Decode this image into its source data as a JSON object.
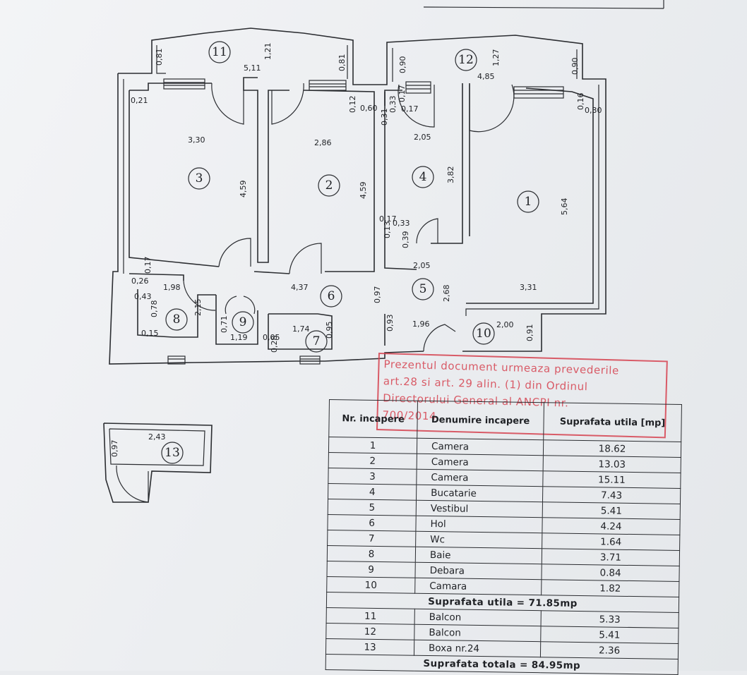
{
  "rooms": [
    {
      "id": "1"
    },
    {
      "id": "2"
    },
    {
      "id": "3"
    },
    {
      "id": "4"
    },
    {
      "id": "5"
    },
    {
      "id": "6"
    },
    {
      "id": "7"
    },
    {
      "id": "8"
    },
    {
      "id": "9"
    },
    {
      "id": "10"
    },
    {
      "id": "11"
    },
    {
      "id": "12"
    },
    {
      "id": "13"
    }
  ],
  "dimensions": [
    "0,81",
    "1,21",
    "5,11",
    "0,81",
    "0,90",
    "1,27",
    "4,85",
    "0,90",
    "0,21",
    "0,12",
    "0,60",
    "0,33",
    "0,17",
    "0,17",
    "0,16",
    "0,30",
    "0,31",
    "3,30",
    "2,86",
    "2,05",
    "3,82",
    "4,59",
    "4,59",
    "5,64",
    "0,17",
    "0,33",
    "0,13",
    "0,39",
    "2,05",
    "3,31",
    "0,17",
    "0,26",
    "0,43",
    "1,98",
    "4,37",
    "0,97",
    "2,68",
    "0,78",
    "2,15",
    "0,71",
    "1,19",
    "1,74",
    "0,05",
    "0,28",
    "0,95",
    "0,93",
    "1,96",
    "2,00",
    "0,91",
    "0,15",
    "2,43",
    "0,97"
  ],
  "stamp": {
    "lines": [
      "Prezentul document urmeaza prevederile",
      "art.28 si art. 29 alin. (1) din Ordinul",
      "Directorului General al ANCPI nr.",
      "700/2014"
    ]
  },
  "table": {
    "headers": [
      "Nr. incapere",
      "Denumire incapere",
      "Suprafata utila [mp]"
    ],
    "rows": [
      [
        "1",
        "Camera",
        "18.62"
      ],
      [
        "2",
        "Camera",
        "13.03"
      ],
      [
        "3",
        "Camera",
        "15.11"
      ],
      [
        "4",
        "Bucatarie",
        "7.43"
      ],
      [
        "5",
        "Vestibul",
        "5.41"
      ],
      [
        "6",
        "Hol",
        "4.24"
      ],
      [
        "7",
        "Wc",
        "1.64"
      ],
      [
        "8",
        "Baie",
        "3.71"
      ],
      [
        "9",
        "Debara",
        "0.84"
      ],
      [
        "10",
        "Camara",
        "1.82"
      ]
    ],
    "subtotal": "Suprafata utila = 71.85mp",
    "rows2": [
      [
        "11",
        "Balcon",
        "5.33"
      ],
      [
        "12",
        "Balcon",
        "5.41"
      ],
      [
        "13",
        "Boxa nr.24",
        "2.36"
      ]
    ],
    "total": "Suprafata totala = 84.95mp"
  }
}
